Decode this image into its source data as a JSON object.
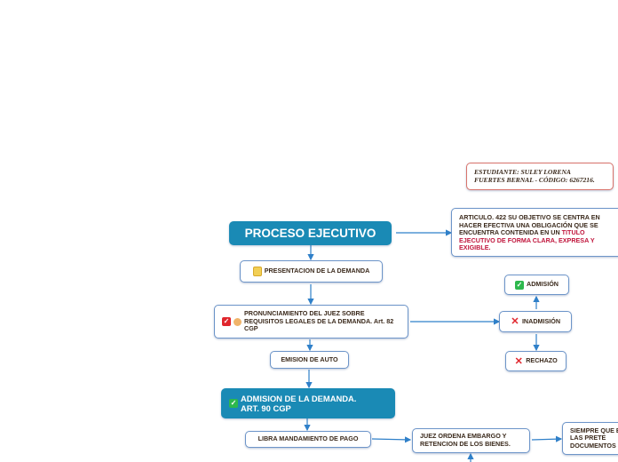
{
  "student": {
    "line1": "ESTUDIANTE: SULEY LORENA",
    "line2": "FUERTES BERNAL - CÓDIGO: 6267216."
  },
  "root": {
    "label": "PROCESO EJECUTIVO"
  },
  "articulo": {
    "text_main": "ARTICULO. 422 SU OBJETIVO SE CENTRA EN HACER EFECTIVA UNA OBLIGACIÓN QUE SE ENCUENTRA CONTENIDA EN UN ",
    "text_highlight": "TITULO EJECUTIVO DE FORMA CLARA, EXPRESA Y EXIGIBLE."
  },
  "steps": {
    "presentacion": "PRESENTACION DE LA DEMANDA",
    "pronunciamiento": "PRONUNCIAMIENTO DEL JUEZ SOBRE REQUISITOS LEGALES DE LA DEMANDA. Art. 82 CGP",
    "emision": "EMISION DE AUTO",
    "admision_line1": "ADMISION DE LA DEMANDA.",
    "admision_line2": "ART. 90 CGP",
    "libra": "LIBRA MANDAMIENTO DE PAGO",
    "embargo": "JUEZ ORDENA EMBARGO Y RETENCION DE LOS BIENES.",
    "siempre": "SIEMPRE QUE EN LAS PRETE DOCUMENTOS"
  },
  "outcomes": {
    "admision": "ADMISIÓN",
    "inadmision": "INADMISIÓN",
    "rechazo": "RECHAZO"
  },
  "icons": [
    "folder-icon",
    "red-check-icon",
    "person-icon",
    "green-check-icon",
    "red-cross-icon"
  ],
  "colors": {
    "accent": "#1a8ab5",
    "edge": "#2f80c9",
    "node_border": "#6d95c9",
    "student_border": "#d9736b",
    "highlight": "#c0163c"
  }
}
